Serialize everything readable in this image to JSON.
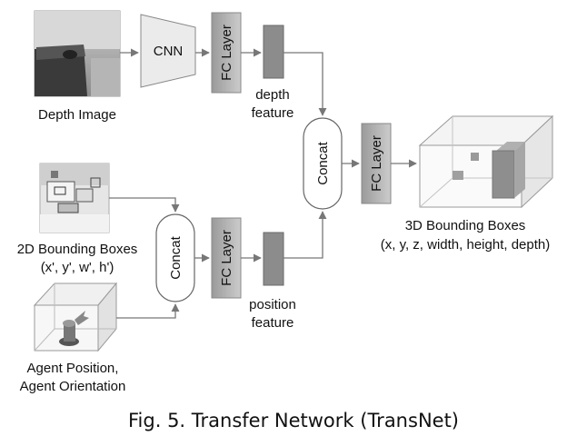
{
  "inputs": {
    "depth_image": "Depth Image",
    "bbox2d_line1": "2D Bounding Boxes",
    "bbox2d_line2": "(x', y', w', h')",
    "agent_line1": "Agent Position,",
    "agent_line2": "Agent Orientation"
  },
  "blocks": {
    "cnn": "CNN",
    "fc_layer": "FC Layer",
    "concat": "Concat"
  },
  "features": {
    "depth_line1": "depth",
    "depth_line2": "feature",
    "position_line1": "position",
    "position_line2": "feature"
  },
  "output": {
    "line1": "3D Bounding Boxes",
    "line2": "(x, y, z, width, height, depth)"
  },
  "caption": "Fig. 5. Transfer Network (TransNet)"
}
